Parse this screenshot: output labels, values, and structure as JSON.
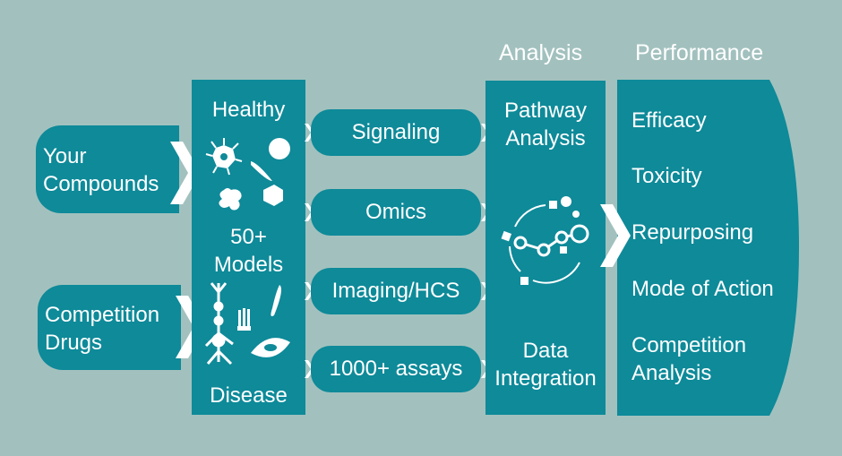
{
  "headers": {
    "analysis": "Analysis",
    "performance": "Performance"
  },
  "inputs": [
    {
      "line1": "Your",
      "line2": "Compounds"
    },
    {
      "line1": "Competition",
      "line2": "Drugs"
    }
  ],
  "models": {
    "top": "Healthy",
    "middle_line1": "50+",
    "middle_line2": "Models",
    "bottom": "Disease"
  },
  "assays": [
    "Signaling",
    "Omics",
    "Imaging/HCS",
    "1000+ assays"
  ],
  "analysis": {
    "top_line1": "Pathway",
    "top_line2": "Analysis",
    "bottom_line1": "Data",
    "bottom_line2": "Integration"
  },
  "performance": [
    {
      "line1": "Efficacy"
    },
    {
      "line1": "Toxicity"
    },
    {
      "line1": "Repurposing"
    },
    {
      "line1": "Mode of Action"
    },
    {
      "line1": "Competition",
      "line2": "Analysis"
    }
  ],
  "colors": {
    "background": "#a2c1be",
    "teal": "#0e8a99",
    "text": "#ffffff"
  }
}
